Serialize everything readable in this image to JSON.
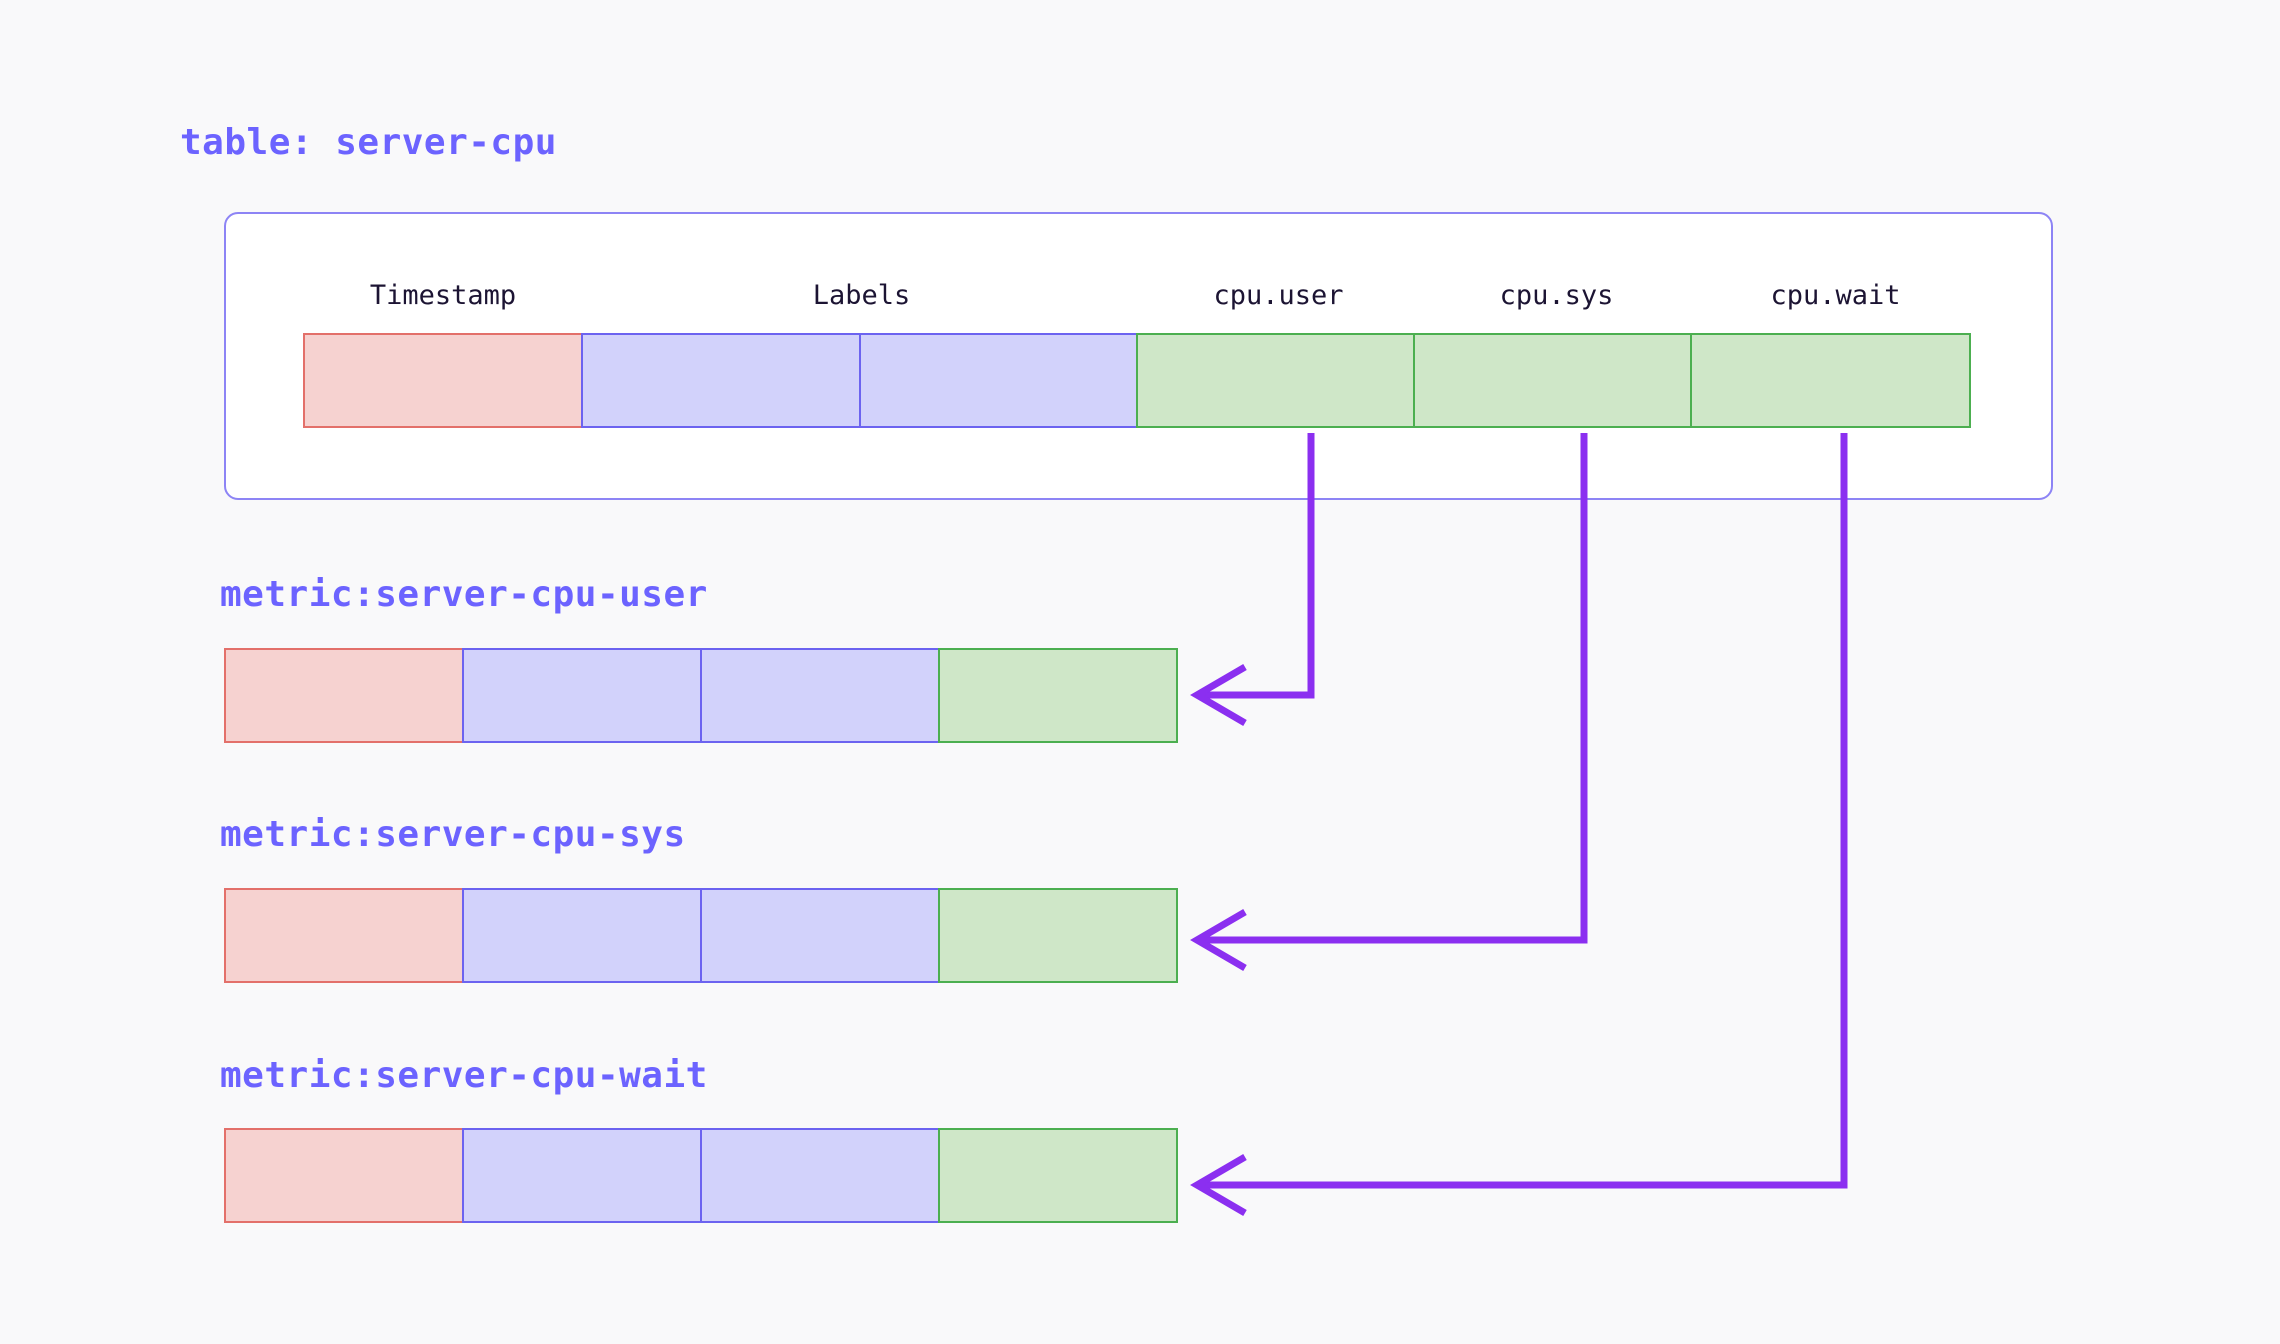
{
  "page": {
    "background": "#f9f9fa",
    "accent": "#6c63ff",
    "arrow_color": "#8b2ff0"
  },
  "table": {
    "title": "table: server-cpu",
    "card_border": "#8d84f5",
    "columns": [
      {
        "header": "Timestamp",
        "kind": "timestamp",
        "color": "#f6d2d0",
        "border": "#e3706a"
      },
      {
        "header": "Labels",
        "kind": "label",
        "color": "#d2d2fb",
        "border": "#6c63f0"
      },
      {
        "header": "cpu.user",
        "kind": "value",
        "color": "#cfe7c8",
        "border": "#4caf50"
      },
      {
        "header": "cpu.sys",
        "kind": "value",
        "color": "#cfe7c8",
        "border": "#4caf50"
      },
      {
        "header": "cpu.wait",
        "kind": "value",
        "color": "#cfe7c8",
        "border": "#4caf50"
      }
    ],
    "row_cells": [
      {
        "kind": "timestamp"
      },
      {
        "kind": "label"
      },
      {
        "kind": "label"
      },
      {
        "kind": "value",
        "source": "cpu.user"
      },
      {
        "kind": "value",
        "source": "cpu.sys"
      },
      {
        "kind": "value",
        "source": "cpu.wait"
      }
    ]
  },
  "metrics": [
    {
      "title": "metric:server-cpu-user",
      "source_column": "cpu.user",
      "cells": [
        {
          "kind": "timestamp",
          "color": "#f6d2d0",
          "border": "#e3706a"
        },
        {
          "kind": "label",
          "color": "#d2d2fb",
          "border": "#6c63f0"
        },
        {
          "kind": "label",
          "color": "#d2d2fb",
          "border": "#6c63f0"
        },
        {
          "kind": "value",
          "color": "#cfe7c8",
          "border": "#4caf50"
        }
      ]
    },
    {
      "title": "metric:server-cpu-sys",
      "source_column": "cpu.sys",
      "cells": [
        {
          "kind": "timestamp",
          "color": "#f6d2d0",
          "border": "#e3706a"
        },
        {
          "kind": "label",
          "color": "#d2d2fb",
          "border": "#6c63f0"
        },
        {
          "kind": "label",
          "color": "#d2d2fb",
          "border": "#6c63f0"
        },
        {
          "kind": "value",
          "color": "#cfe7c8",
          "border": "#4caf50"
        }
      ]
    },
    {
      "title": "metric:server-cpu-wait",
      "source_column": "cpu.wait",
      "cells": [
        {
          "kind": "timestamp",
          "color": "#f6d2d0",
          "border": "#e3706a"
        },
        {
          "kind": "label",
          "color": "#d2d2fb",
          "border": "#6c63f0"
        },
        {
          "kind": "label",
          "color": "#d2d2fb",
          "border": "#6c63f0"
        },
        {
          "kind": "value",
          "color": "#cfe7c8",
          "border": "#4caf50"
        }
      ]
    }
  ],
  "connectors": [
    {
      "from": "cpu.user",
      "to": "metric:server-cpu-user"
    },
    {
      "from": "cpu.sys",
      "to": "metric:server-cpu-sys"
    },
    {
      "from": "cpu.wait",
      "to": "metric:server-cpu-wait"
    }
  ]
}
